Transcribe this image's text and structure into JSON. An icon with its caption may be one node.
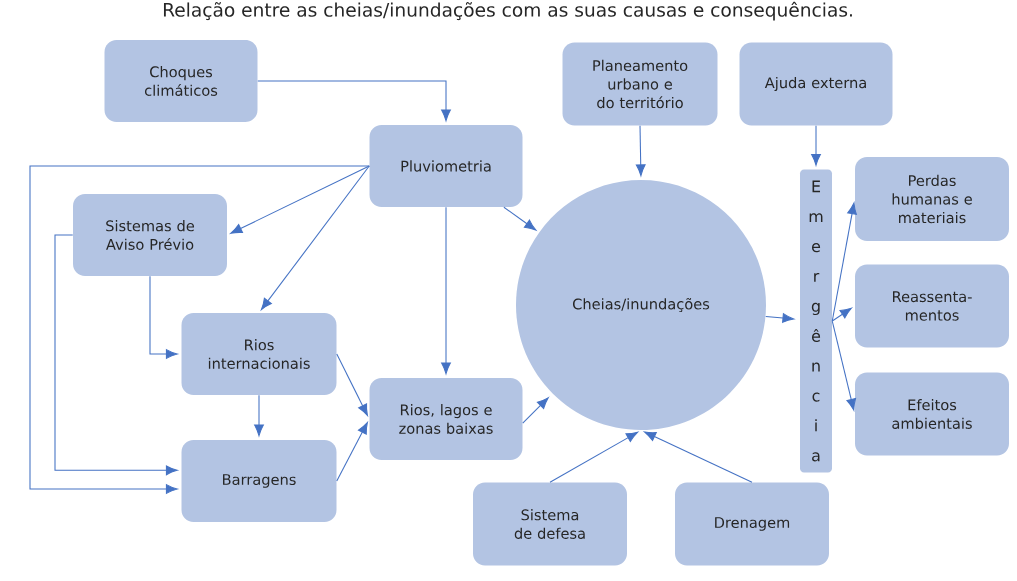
{
  "diagram": {
    "title": "Relação entre as cheias/inundações com as suas causas e consequências.",
    "nodes": [
      {
        "text": [
          "Choques climáticos"
        ]
      },
      {
        "text": [
          "Planeamento urbano e do território"
        ]
      },
      {
        "text": [
          "Ajuda externa"
        ]
      },
      {
        "text": [
          "Pluviometria"
        ]
      },
      {
        "text": [
          "Sistemas de Aviso Prévio"
        ]
      },
      {
        "text": [
          "Perdas humanas e materiais"
        ]
      },
      {
        "text": [
          "Cheias/inundações"
        ]
      },
      {
        "text": [
          "Emergência"
        ]
      },
      {
        "text": [
          "Reassenta- mentos"
        ]
      },
      {
        "text": [
          "Rios internacionais"
        ]
      },
      {
        "text": [
          "Rios, lagos e zonas baixas"
        ]
      },
      {
        "text": [
          "Efeitos ambientais"
        ]
      },
      {
        "text": [
          "Barragens"
        ]
      },
      {
        "text": [
          "Sistema de defesa"
        ]
      },
      {
        "text": [
          "Drenagem"
        ]
      }
    ],
    "edges": [
      {
        "from": 0,
        "to": 3,
        "arrow": "to"
      },
      {
        "from": 1,
        "to": 6,
        "arrow": "to"
      },
      {
        "from": 2,
        "to": 7,
        "arrow": "to"
      },
      {
        "from": 3,
        "to": 6,
        "arrow": "to"
      },
      {
        "from": 3,
        "to": 4,
        "arrow": "to"
      },
      {
        "from": 3,
        "to": 9,
        "arrow": "to"
      },
      {
        "from": 3,
        "to": 12,
        "arrow": "to"
      },
      {
        "from": 3,
        "to": 10,
        "arrow": "to"
      },
      {
        "from": 4,
        "to": 9,
        "arrow": "to"
      },
      {
        "from": 4,
        "to": 12,
        "arrow": "to"
      },
      {
        "from": 9,
        "to": 12,
        "arrow": "to"
      },
      {
        "from": 9,
        "to": 10,
        "arrow": "to"
      },
      {
        "from": 12,
        "to": 10,
        "arrow": "to"
      },
      {
        "from": 10,
        "to": 6,
        "arrow": "to"
      },
      {
        "from": 13,
        "to": 6,
        "arrow": "to"
      },
      {
        "from": 14,
        "to": 6,
        "arrow": "to"
      },
      {
        "from": 6,
        "to": 7,
        "arrow": "to"
      },
      {
        "from": 7,
        "to": 5,
        "arrow": "to"
      },
      {
        "from": 7,
        "to": 8,
        "arrow": "to"
      },
      {
        "from": 7,
        "to": 11,
        "arrow": "to"
      }
    ]
  }
}
